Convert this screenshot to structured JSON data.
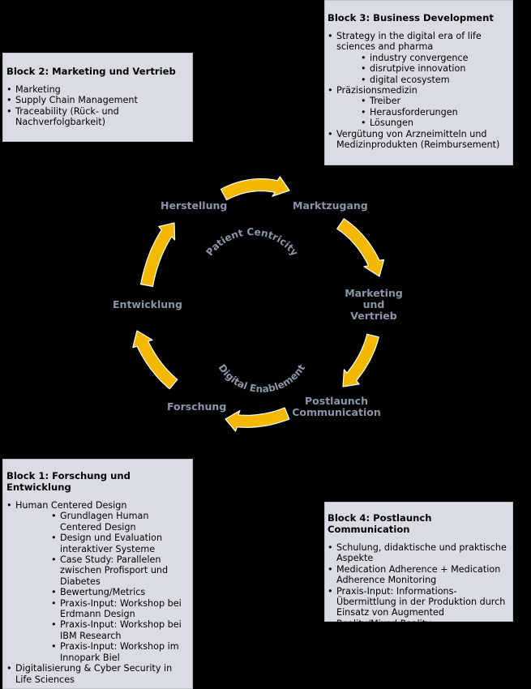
{
  "block1": {
    "title": "Block 1: Forschung und Entwicklung",
    "item1": "Human Centered Design",
    "sub": [
      "Grundlagen Human Centered Design",
      "Design und Evaluation interaktiver Systeme",
      "Case Study: Parallelen zwischen Profisport und Diabetes",
      "Bewertung/Metrics",
      "Praxis-Input: Workshop bei Erdmann Design",
      "Praxis-Input: Workshop bei IBM Research",
      "Praxis-Input: Workshop im Innopark Biel"
    ],
    "item2": "Digitalisierung & Cyber Security in Life Sciences"
  },
  "block2": {
    "title": "Block 2: Marketing und Vertrieb",
    "items": [
      "Marketing",
      "Supply Chain Management",
      "Traceability (Rück- und Nachverfolgbarkeit)"
    ]
  },
  "block3": {
    "title": "Block 3: Business Development",
    "item1": "Strategy in the digital era of life sciences and pharma",
    "sub1": [
      "industry convergence",
      "disrutpive innovation",
      "digital ecosystem"
    ],
    "item2": "Präzisionsmedizin",
    "sub2": [
      "Treiber",
      "Herausforderungen",
      "Lösungen"
    ],
    "item3": "Vergütung von Arzneimitteln und Medizinprodukten (Reimbursement)"
  },
  "block4": {
    "title": "Block 4: Postlaunch Communication",
    "items": [
      "Schulung, didaktische und praktische Aspekte",
      "Medication Adherence + Medication Adherence Monitoring",
      "Praxis-Input: Informations-Übermittlung in der Produktion durch Einsatz von Augmented Reality/Mixed Reality"
    ]
  },
  "cycle": {
    "stages": {
      "herstellung": "Herstellung",
      "marktzugang": "Marktzugang",
      "marketing": [
        "Marketing",
        "und",
        "Vertrieb"
      ],
      "postlaunch": [
        "Postlaunch",
        "Communication"
      ],
      "forschung": "Forschung",
      "entwicklung": "Entwicklung"
    },
    "center_top": "Patient Centricity",
    "center_bottom": "Digital Enablement",
    "arrow_color": "#f5b800",
    "arrow_outline": "#ffffff",
    "label_color": "#8a96a8"
  }
}
